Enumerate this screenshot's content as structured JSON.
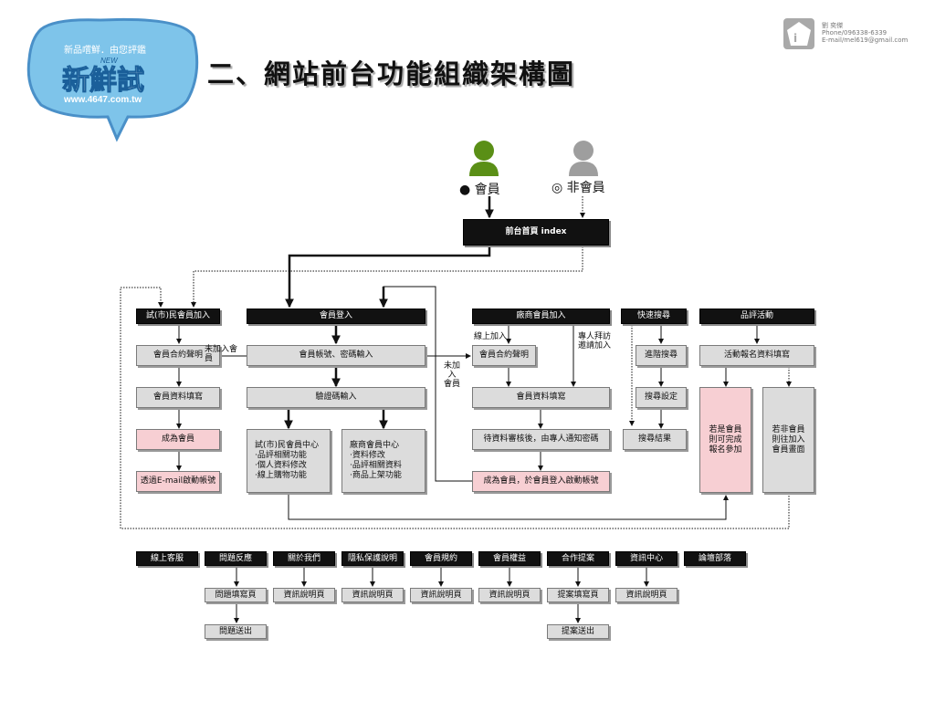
{
  "header": {
    "title": "二、網站前台功能組織架構圖",
    "logo": {
      "tagline": "新品嚐鮮．由您評鑑",
      "name": "新鮮試",
      "badge": "NEW",
      "url": "www.4647.com.tw"
    },
    "contact": {
      "name": "劉 奕傑",
      "phone": "Phone/096338-6339",
      "email": "E-mail/mel619@gmail.com"
    }
  },
  "users": {
    "member": "● 會員",
    "nonmember": "◎ 非會員",
    "member_color": "#5a8f16",
    "nonmember_color": "#9e9e9e"
  },
  "index_box": "前台首頁 index",
  "columns": {
    "trial": {
      "header": "試(市)民會員加入",
      "items": [
        "會員合約聲明",
        "會員資料填寫",
        "成為會員",
        "透過E-mail啟動帳號"
      ]
    },
    "login": {
      "header": "會員登入",
      "items": [
        "會員帳號、密碼輸入",
        "驗證碼輸入"
      ],
      "center_trial": {
        "title": "試(市)民會員中心",
        "lines": "‧品評相關功能\n‧個人資料修改\n‧線上購物功能"
      },
      "center_vendor": {
        "title": "廠商會員中心",
        "lines": "‧資料修改\n‧品評相關資料\n‧商品上架功能"
      }
    },
    "vendor": {
      "header": "廠商會員加入",
      "items": [
        "會員合約聲明",
        "會員資料填寫",
        "待資料審核後，由專人通知密碼",
        "成為會員，於會員登入啟動帳號"
      ]
    },
    "search": {
      "header": "快速搜尋",
      "items": [
        "進階搜尋",
        "搜尋設定",
        "搜尋結果"
      ]
    },
    "review": {
      "header": "品評活動",
      "items": [
        "活動報名資料填寫"
      ],
      "member_box": "若是會員\n則可完成\n報名參加",
      "nonmember_box": "若非會員\n則往加入\n會員畫面"
    }
  },
  "labels": {
    "not_joined_left": "未加入會\n員",
    "not_joined_mid": "未加\n入\n會員",
    "online_join": "線上加入",
    "visit_join": "專人拜訪\n邀請加入"
  },
  "footer": {
    "top": [
      "線上客服",
      "問題反應",
      "關於我們",
      "隱私保護說明",
      "會員規約",
      "會員權益",
      "合作提案",
      "資訊中心",
      "論壇部落"
    ],
    "second": [
      "問題填寫頁",
      "資訊說明頁",
      "資訊說明頁",
      "資訊說明頁",
      "資訊說明頁",
      "提案填寫頁",
      "資訊說明頁"
    ],
    "third": [
      "問題送出",
      "提案送出"
    ]
  }
}
